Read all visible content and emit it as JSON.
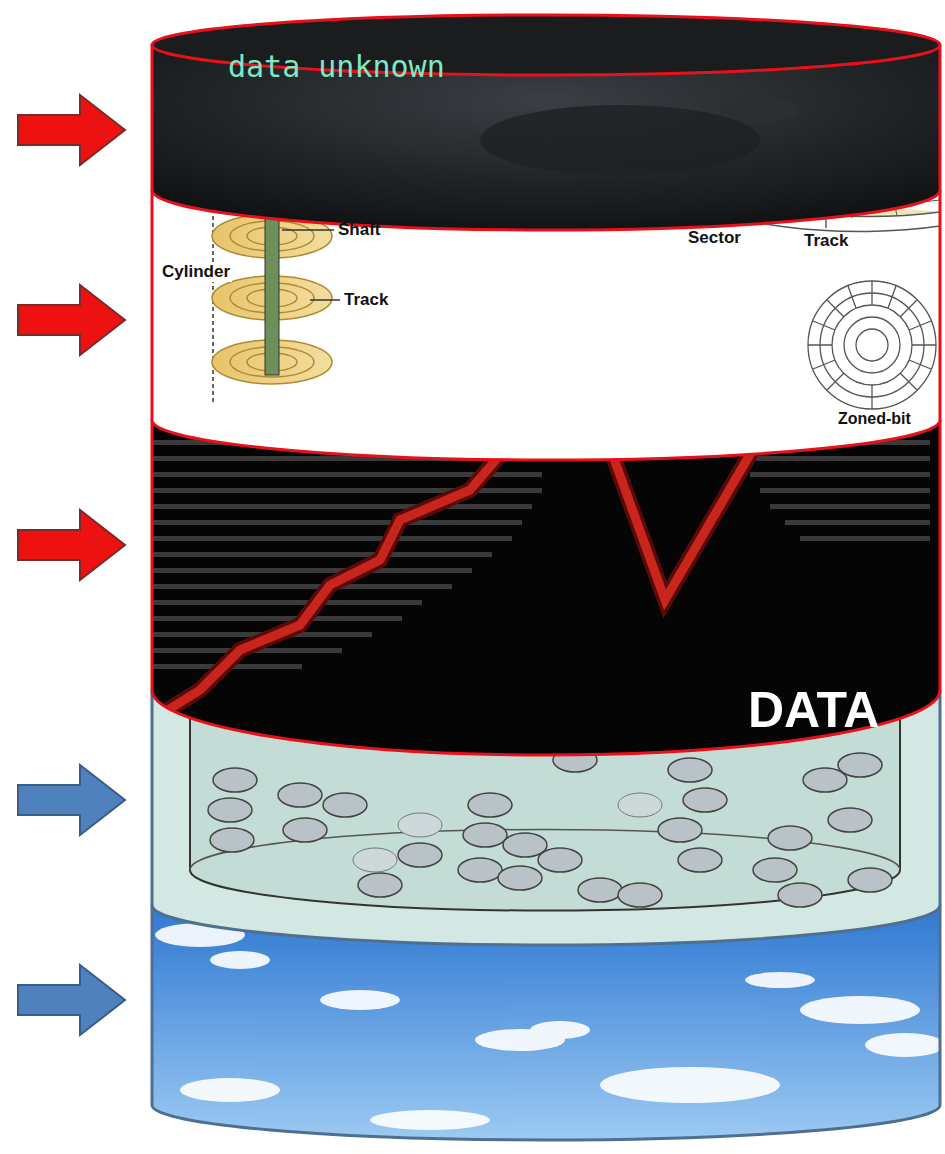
{
  "diagram": {
    "labels": [
      "data unknown",
      "Shaft",
      "Cylinder",
      "Track",
      "Sector",
      "Track",
      "Zoned-bit",
      "DATA"
    ]
  }
}
